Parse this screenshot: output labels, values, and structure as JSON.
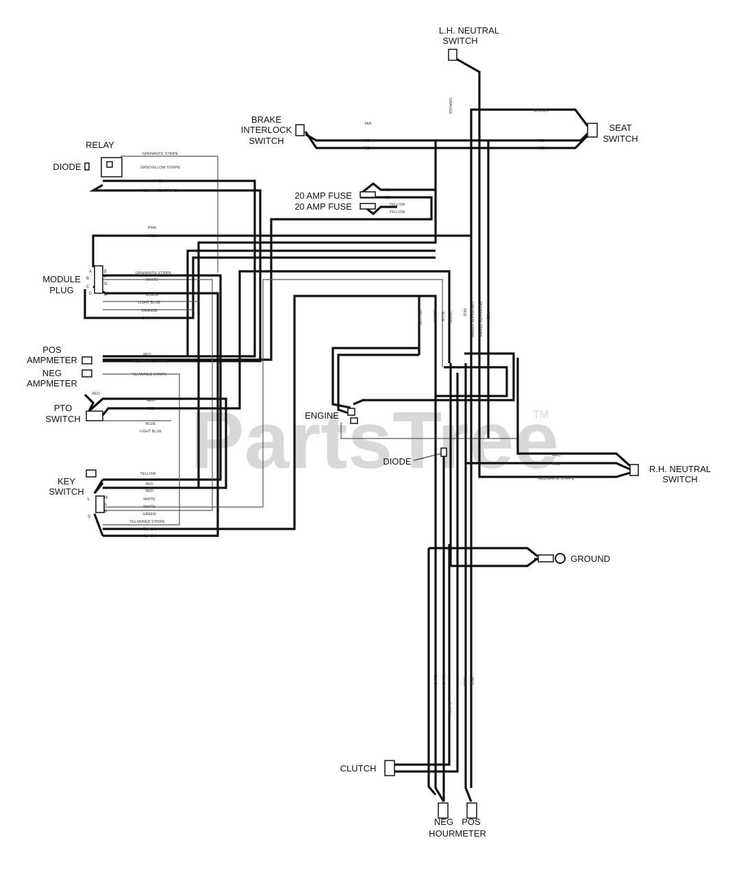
{
  "watermark": {
    "text": "PartsTree",
    "tm": "TM"
  },
  "components": {
    "lh_neutral_switch": [
      "L.H. NEUTRAL",
      "SWITCH"
    ],
    "brake_interlock_switch": [
      "BRAKE",
      "INTERLOCK",
      "SWITCH"
    ],
    "seat_switch": [
      "SEAT",
      "SWITCH"
    ],
    "relay": "RELAY",
    "diode_relay": "DIODE",
    "fuse_1": "20 AMP FUSE",
    "fuse_2": "20 AMP FUSE",
    "module_plug": [
      "MODULE",
      "PLUG"
    ],
    "pos_ampmeter": [
      "POS",
      "AMPMETER"
    ],
    "neg_ampmeter": [
      "NEG",
      "AMPMETER"
    ],
    "pto_switch": [
      "PTO",
      "SWITCH"
    ],
    "engine": "ENGINE",
    "diode_engine": "DIODE",
    "rh_neutral_switch": [
      "R.H. NEUTRAL",
      "SWITCH"
    ],
    "key_switch": [
      "KEY",
      "SWITCH"
    ],
    "ground": "GROUND",
    "clutch": "CLUTCH",
    "hourmeter": {
      "neg": "NEG",
      "pos": "POS",
      "name": "HOURMETER"
    }
  },
  "wire_labels": {
    "lh_orange": "ORANGE",
    "seat_brown": "BROWN",
    "seat_red_1": "RED",
    "seat_red_2": "RED",
    "brake_tan": "TAN",
    "brake_red_1": "RED",
    "brake_red_2": "RED",
    "relay_grn_white": "GRN/WHITE STRIPE",
    "relay_grn_yellow": "GRN/YELLOW STRIPE",
    "relay_green": "GREEN",
    "relay_red_white": "RED/WHITE STRIPE",
    "fuse_red_1": "RED",
    "fuse_red_2": "RED",
    "fuse_yellow_1": "YELLOW",
    "fuse_yellow_2": "YELLOW",
    "module_pink": "PINK",
    "module_red": "RED",
    "module_grn_white": "GRN/WHITE STRIPE",
    "module_white": "WHITE",
    "module_black": "BLACK",
    "module_light_blue": "LIGHT BLUE",
    "module_orange": "ORANGE",
    "module_brown": "BROWN",
    "pos_red": "RED",
    "pos_red_white": "RED/WHITE STRIPE",
    "neg_yel_red": "YEL/W/RED STRIPE",
    "pto_red_a": "RED",
    "pto_red_b": "RED",
    "pto_red_c": "RED",
    "pto_blue": "BLUE",
    "pto_light_blue": "LIGHT BLUE",
    "key_yellow": "YELLOW",
    "key_red_1": "RED",
    "key_red_2": "RED",
    "key_white_1": "WHITE",
    "key_white_2": "WHITE",
    "key_green": "GREEN",
    "key_yel_red": "YEL/W/RED STRIPE",
    "key_black_1": "BLACK",
    "key_black_2": "BLACK",
    "v_yellow": "YELLOW",
    "v_black": "BLACK",
    "v_blue": "BLUE",
    "v_white": "WHITE",
    "v_red": "RED",
    "v_grn_white": "GRN/WHITE STRIPE",
    "v_red_white": "RED/WHITE STRIPE",
    "v_red2": "RED",
    "rh_red_1": "RED",
    "rh_red_2": "RED",
    "rh_red_white": "RED/WHITE STRIPE",
    "h_black_1": "BLACK",
    "h_black_2": "BLACK",
    "h_black_3": "BLACK",
    "h_blue": "BLUE",
    "h_red": "RED"
  },
  "pins": {
    "module": [
      "A",
      "B",
      "C",
      "D",
      "E",
      "F",
      "G",
      "H"
    ],
    "key": [
      "L",
      "S",
      "M",
      "A",
      "B"
    ]
  }
}
